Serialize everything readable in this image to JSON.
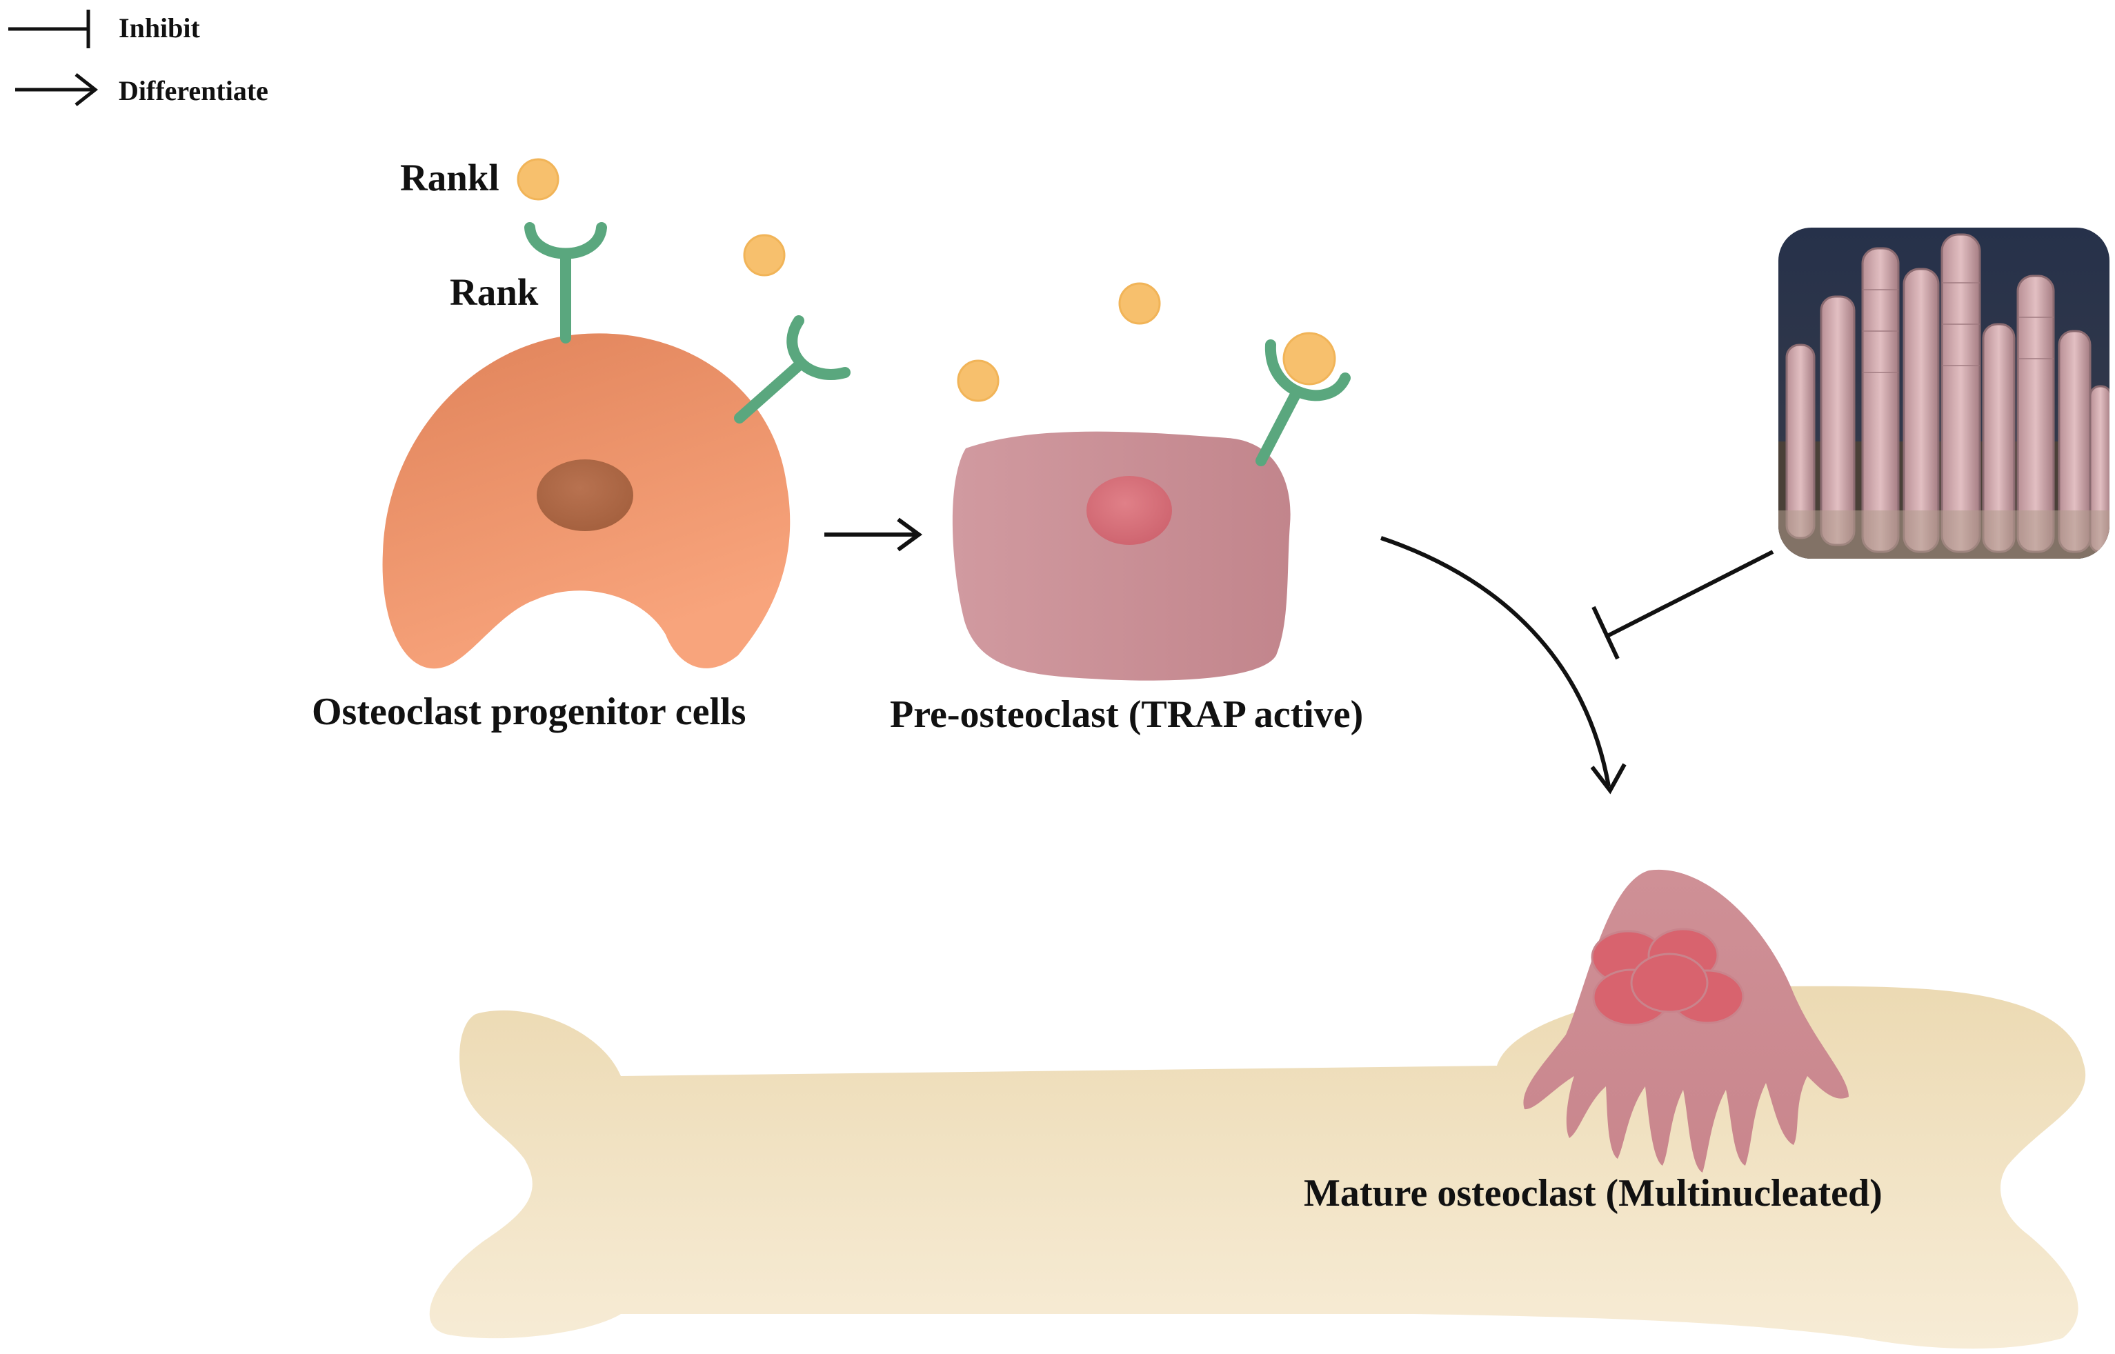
{
  "legend": {
    "inhibit_label": "Inhibit",
    "differentiate_label": "Differentiate"
  },
  "labels": {
    "rankl": "Rankl",
    "rank": "Rank",
    "progenitor": "Osteoclast progenitor cells",
    "pre_osteoclast": "Pre-osteoclast (TRAP active)",
    "mature": "Mature osteoclast (Multinucleated)"
  },
  "colors": {
    "rankl_ligand": "#f7c06d",
    "rank_receptor": "#5aa77e",
    "progenitor_cell": "#f08a5d",
    "pre_osteoclast_cell": "#c98a8f",
    "mature_osteoclast": "#cf9297",
    "nucleus": "#d8636e",
    "bone": "#f1e2c2",
    "arrow": "#111111"
  },
  "image": {
    "subject": "pink tube sponge photograph"
  }
}
